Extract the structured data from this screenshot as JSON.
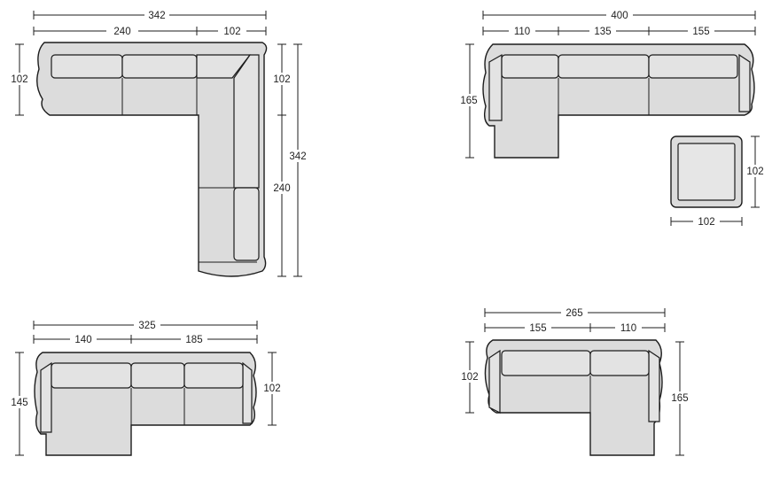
{
  "diagrams": [
    {
      "id": "corner-sofa",
      "dims": {
        "top_total": "342",
        "top_left": "240",
        "top_right": "102",
        "left_depth": "102",
        "right_depth": "102",
        "right_total": "342",
        "right_long": "240"
      }
    },
    {
      "id": "chaise-left-sofa",
      "dims": {
        "top_total": "400",
        "top_a": "110",
        "top_b": "135",
        "top_c": "155",
        "left_depth": "165"
      }
    },
    {
      "id": "ottoman",
      "dims": {
        "width": "102",
        "depth": "102"
      }
    },
    {
      "id": "chaise-sofa-left",
      "dims": {
        "top_total": "325",
        "top_a": "140",
        "top_b": "185",
        "left_depth": "145",
        "right_depth": "102"
      }
    },
    {
      "id": "chaise-right-sofa",
      "dims": {
        "top_total": "265",
        "top_a": "155",
        "top_b": "110",
        "left_depth": "102",
        "right_depth": "165"
      }
    }
  ]
}
